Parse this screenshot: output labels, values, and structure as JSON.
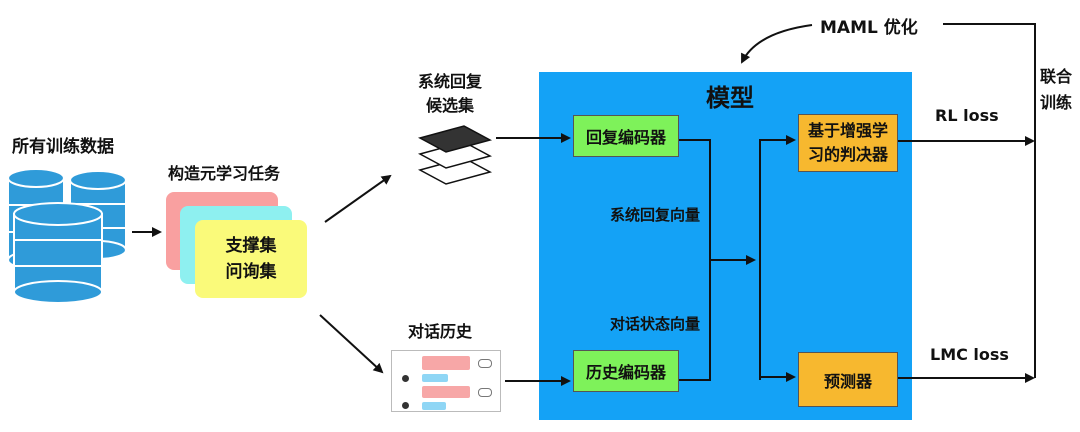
{
  "labels": {
    "all_data": "所有训练数据",
    "build_task": "构造元学习任务",
    "support_set": "支撑集",
    "query_set": "问询集",
    "response_candidates_line1": "系统回复",
    "response_candidates_line2": "候选集",
    "dialog_history": "对话历史",
    "model_title": "模型",
    "response_encoder": "回复编码器",
    "history_encoder": "历史编码器",
    "response_vector": "系统回复向量",
    "state_vector": "对话状态向量",
    "discriminator_line1": "基于增强学",
    "discriminator_line2": "习的判决器",
    "predictor": "预测器",
    "maml": "MAML 优化",
    "rl_loss": "RL loss",
    "lmc_loss": "LMC loss",
    "joint_line1": "联合",
    "joint_line2": "训练"
  },
  "colors": {
    "model_bg": "#14a2f6",
    "encoder": "#7ef25a",
    "head": "#f7b82f",
    "database": "#2f9bd9",
    "task_pink": "#f9a0a0",
    "task_cyan": "#8ef0f0",
    "task_yellow": "#fafa7a"
  }
}
